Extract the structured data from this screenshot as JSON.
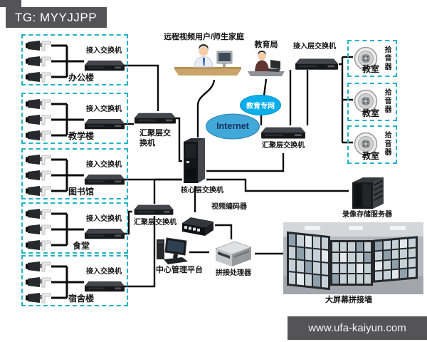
{
  "badge": {
    "text": "TG: MYYJJPP"
  },
  "watermark": {
    "text": "www.ufa-kaiyun.com"
  },
  "labels": {
    "remote_users": "远程视频用户/师生家庭",
    "education_bureau": "教育局",
    "internet": "Internet",
    "edu_network": "教育专网",
    "access_layer_switch": "接入层交换机",
    "aggregation_switch_left": "汇聚层交换机",
    "aggregation_switch_right": "汇聚层交换机",
    "aggregation_switch_bottom": "汇聚层交换机",
    "core_switch": "核心层交换机",
    "video_encoder": "视频编码器",
    "storage_server": "录像存储服务器",
    "management_platform": "中心管理平台",
    "splicing_processor": "拼接处理器",
    "video_wall": "大屏幕拼接墙"
  },
  "buildings": [
    {
      "name": "办公楼",
      "switch": "接入交换机"
    },
    {
      "name": "教学楼",
      "switch": "接入交换机"
    },
    {
      "name": "图书馆",
      "switch": "接入交换机"
    },
    {
      "name": "食堂",
      "switch": "接入交换机"
    },
    {
      "name": "宿舍楼",
      "switch": "接入交换机"
    }
  ],
  "classrooms": [
    {
      "name": "教室",
      "device": "拾音器"
    },
    {
      "name": "教室",
      "device": "拾音器"
    },
    {
      "name": "教室",
      "device": "拾音器"
    }
  ],
  "colors": {
    "dashed_border": "#25b2c6",
    "badge_bg": "#545457",
    "internet_fill": "#41a9da",
    "edu_network_fill": "#0aaeea",
    "line": "#0b0b0b"
  }
}
